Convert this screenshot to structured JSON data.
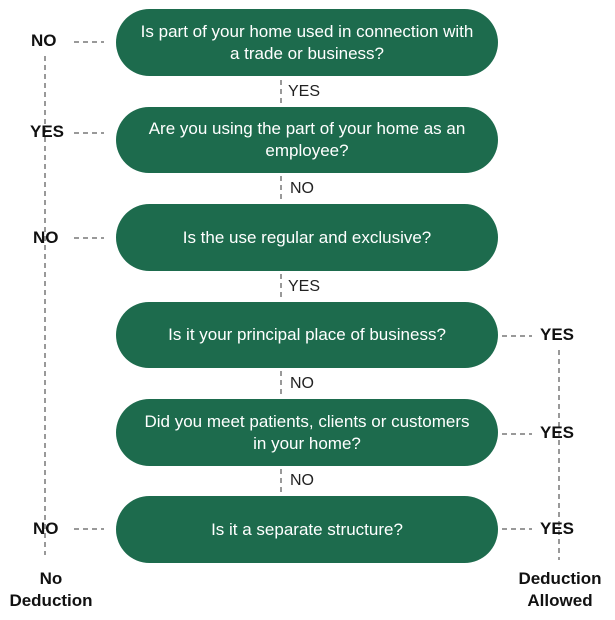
{
  "colors": {
    "box": "#1d6b4d",
    "box_text": "#ffffff",
    "connector": "#999999"
  },
  "questions": [
    {
      "text": "Is part of your home used in connection with a trade or business?"
    },
    {
      "text": "Are you using the part of your home as an employee?"
    },
    {
      "text": "Is the use regular and exclusive?"
    },
    {
      "text": "Is it your principal place of business?"
    },
    {
      "text": "Did you meet patients, clients or customers in your home?"
    },
    {
      "text": "Is it a separate structure?"
    }
  ],
  "down_labels": [
    "YES",
    "NO",
    "YES",
    "NO",
    "NO"
  ],
  "left_labels": [
    "NO",
    "YES",
    "NO",
    "NO"
  ],
  "right_labels": [
    "YES",
    "YES",
    "YES"
  ],
  "outcomes": {
    "no_deduction": {
      "line1": "No",
      "line2": "Deduction"
    },
    "deduction_allowed": {
      "line1": "Deduction",
      "line2": "Allowed"
    }
  }
}
